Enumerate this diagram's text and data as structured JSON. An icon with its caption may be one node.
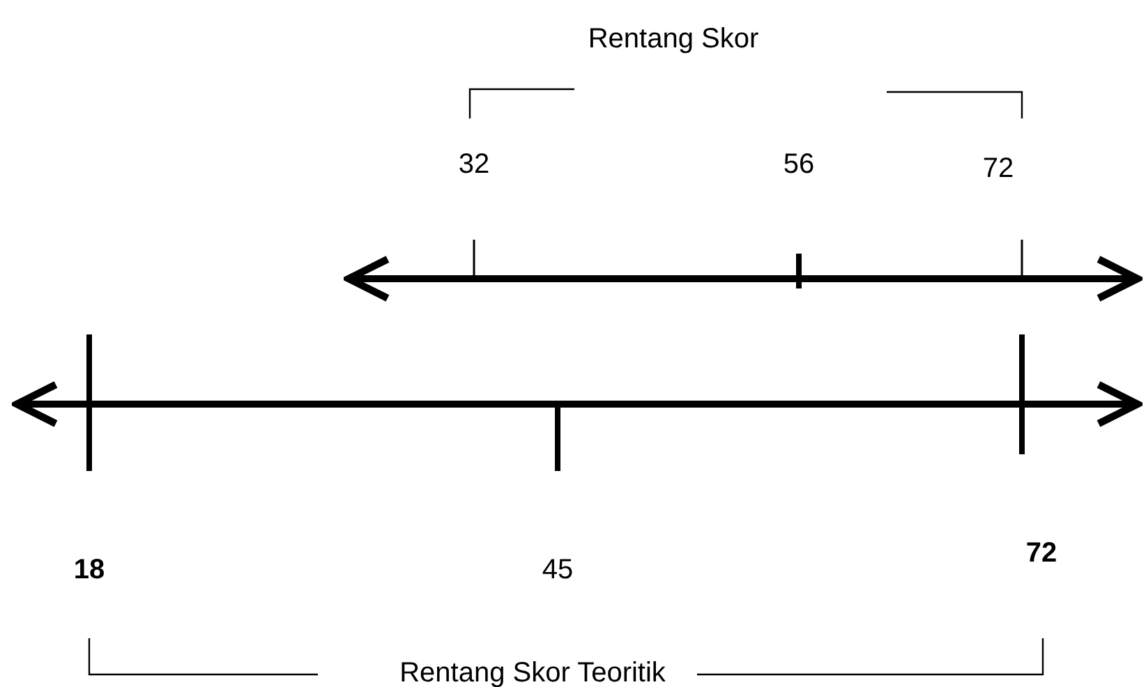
{
  "diagram": {
    "labels": [
      "Rentang Skor",
      "32",
      "56",
      "72",
      "18",
      "45",
      "72",
      "Rentang Skor Teoritik"
    ]
  }
}
